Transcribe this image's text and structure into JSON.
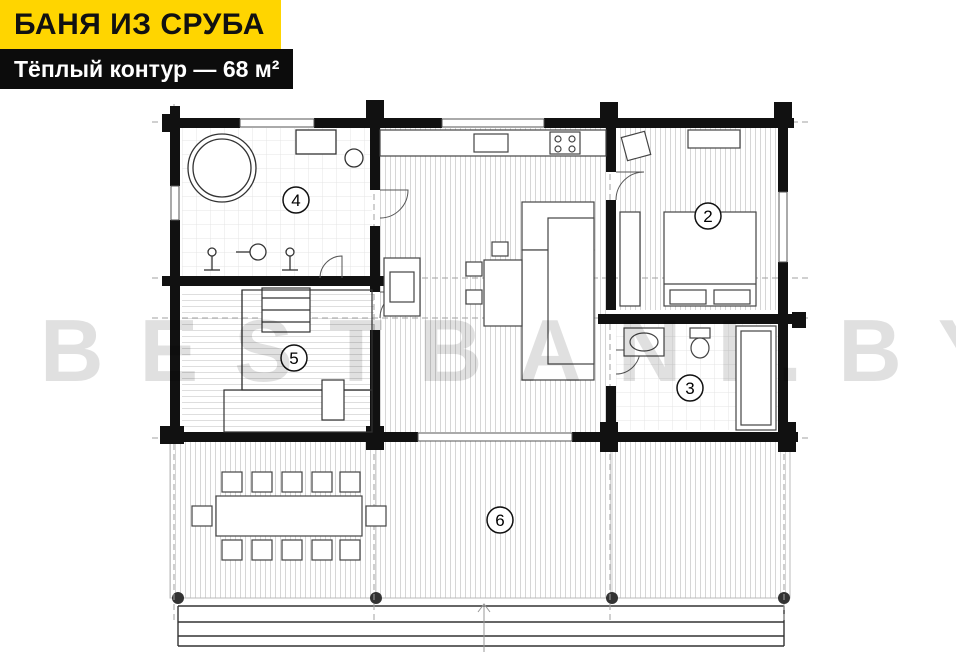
{
  "header": {
    "title": "БАНЯ ИЗ СРУБА",
    "subtitle": "Тёплый контур — 68 м²"
  },
  "watermark": "BESTBANI.BY",
  "rooms": [
    {
      "id": "bedroom",
      "number": "2"
    },
    {
      "id": "bathroom",
      "number": "3"
    },
    {
      "id": "washroom",
      "number": "4"
    },
    {
      "id": "steam-room",
      "number": "5"
    },
    {
      "id": "terrace",
      "number": "6"
    }
  ],
  "colors": {
    "accent_yellow": "#ffd500",
    "label_black": "#0c0c0c",
    "wall": "#111111",
    "plank_line": "#d4d4d4"
  }
}
